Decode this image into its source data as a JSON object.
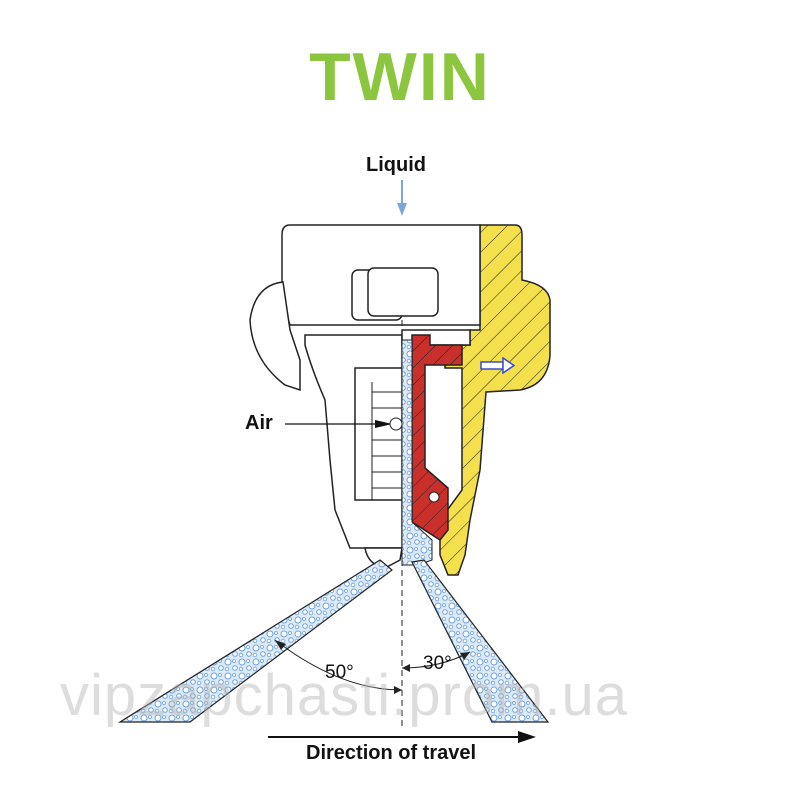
{
  "title": "TWIN",
  "labels": {
    "liquid": "Liquid",
    "air": "Air",
    "angle_rear": "50°",
    "angle_front": "30°",
    "direction": "Direction of travel"
  },
  "watermark": "vipzapchasti.prom.ua",
  "colors": {
    "title": "#8cc63e",
    "housing": "#f4e04d",
    "insert": "#c9302c",
    "spray": "#8ab6e2",
    "arrow": "#3a4bd0"
  }
}
